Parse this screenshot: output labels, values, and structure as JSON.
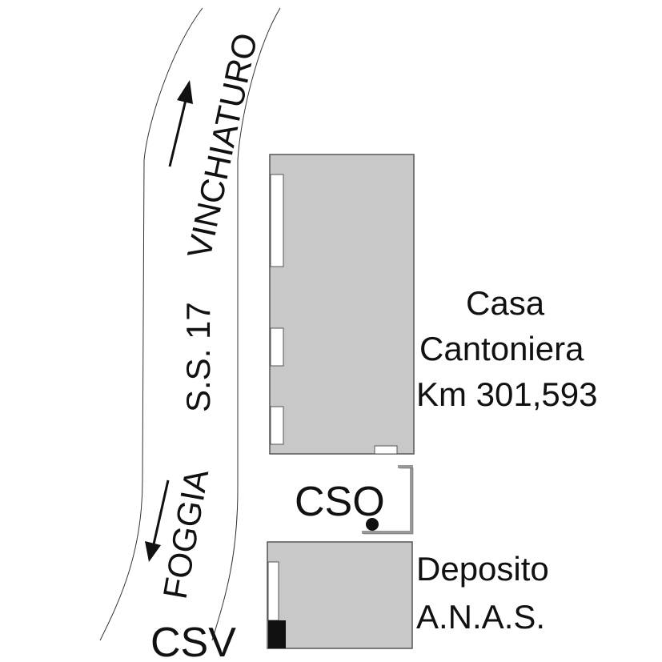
{
  "road": {
    "name": "S.S. 17",
    "direction_north": "VINCHIATURO",
    "direction_south": "FOGGIA"
  },
  "buildings": {
    "casa": {
      "line1": "Casa",
      "line2": "Cantoniera",
      "line3": "Km 301,593"
    },
    "deposito": {
      "line1": "Deposito",
      "line2": "A.N.A.S."
    }
  },
  "markers": {
    "cso": "CSO",
    "csv": "CSV"
  },
  "colors": {
    "building": "#c8c8c8",
    "outline": "#555555",
    "text": "#111111"
  }
}
